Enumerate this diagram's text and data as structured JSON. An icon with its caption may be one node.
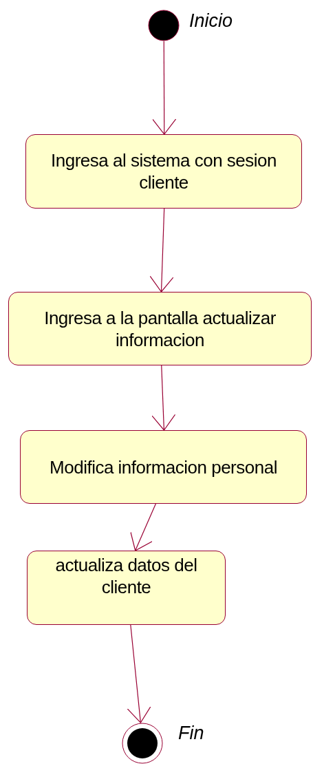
{
  "diagram": {
    "nodes": [
      {
        "text": [],
        "shape": "circle",
        "beside": [
          "Inicio"
        ]
      },
      {
        "text": [
          "Ingresa al sistema con sesion cliente"
        ]
      },
      {
        "text": [
          "Ingresa a la pantalla actualizar informacion"
        ]
      },
      {
        "text": [
          "Modifica informacion personal"
        ]
      },
      {
        "text": [
          "actualiza datos del cliente"
        ]
      },
      {
        "text": [],
        "shape": "circle",
        "beside": [
          "Fin"
        ]
      }
    ],
    "edges": [
      {
        "from": 0,
        "to": 1,
        "arrow": "to"
      },
      {
        "from": 1,
        "to": 2,
        "arrow": "to"
      },
      {
        "from": 2,
        "to": 3,
        "arrow": "to"
      },
      {
        "from": 3,
        "to": 4,
        "arrow": "to"
      },
      {
        "from": 4,
        "to": 5,
        "arrow": "to"
      }
    ]
  }
}
